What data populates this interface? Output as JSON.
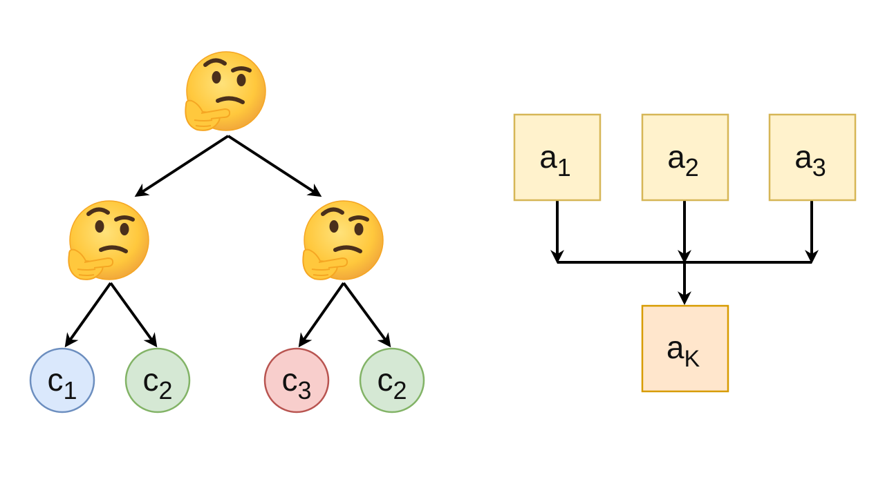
{
  "tree": {
    "root": {
      "icon": "thinking-face-icon"
    },
    "inner_nodes": [
      {
        "icon": "thinking-face-icon"
      },
      {
        "icon": "thinking-face-icon"
      }
    ],
    "leaves": [
      {
        "base": "c",
        "sub": "1",
        "color": "blue"
      },
      {
        "base": "c",
        "sub": "2",
        "color": "green"
      },
      {
        "base": "c",
        "sub": "3",
        "color": "red"
      },
      {
        "base": "c",
        "sub": "2",
        "color": "green"
      }
    ]
  },
  "aggregation": {
    "inputs": [
      {
        "base": "a",
        "sub": "1"
      },
      {
        "base": "a",
        "sub": "2"
      },
      {
        "base": "a",
        "sub": "3"
      }
    ],
    "output": {
      "base": "a",
      "sub": "K"
    }
  },
  "colors": {
    "edge": "#000000",
    "leaf_blue_fill": "#dae8fc",
    "leaf_blue_stroke": "#6c8ebf",
    "leaf_green_fill": "#d5e8d4",
    "leaf_green_stroke": "#82b366",
    "leaf_red_fill": "#f8cecc",
    "leaf_red_stroke": "#b85450",
    "input_box_fill": "#fff2cc",
    "input_box_stroke": "#d6b656",
    "output_box_fill": "#ffe6cc",
    "output_box_stroke": "#d79b00",
    "emoji_face": "#ffcc33",
    "emoji_face_dark": "#f5a623",
    "emoji_feature": "#4a2f1b"
  }
}
